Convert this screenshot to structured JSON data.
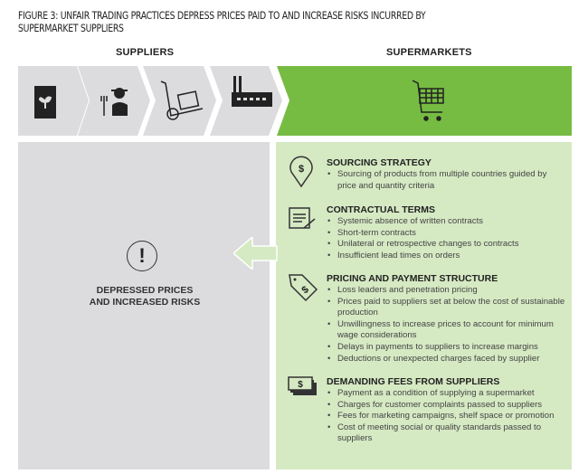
{
  "title": "FIGURE 3: UNFAIR TRADING PRACTICES DEPRESS PRICES PAID TO AND INCREASE RISKS INCURRED BY SUPERMARKET SUPPLIERS",
  "headers": {
    "suppliers": "SUPPLIERS",
    "supermarkets": "SUPERMARKETS"
  },
  "colors": {
    "green": "#76bc43",
    "light_green": "#d5e9c3",
    "grey": "#dcdcde"
  },
  "outcome": {
    "line1": "DEPRESSED PRICES",
    "line2": "AND INCREASED RISKS"
  },
  "sections": [
    {
      "title": "SOURCING STRATEGY",
      "icon": "location-dollar-icon",
      "items": [
        "Sourcing of products from multiple countries guided by price and quantity criteria"
      ]
    },
    {
      "title": "CONTRACTUAL TERMS",
      "icon": "contract-icon",
      "items": [
        "Systemic absence of written contracts",
        "Short-term contracts",
        "Unilateral or retrospective changes to contracts",
        "Insufficient lead times on orders"
      ]
    },
    {
      "title": "PRICING AND PAYMENT STRUCTURE",
      "icon": "price-tag-icon",
      "items": [
        "Loss leaders and penetration pricing",
        "Prices paid to suppliers set at below the cost of sustainable production",
        "Unwillingness to increase prices to account for minimum wage considerations",
        "Delays in payments to suppliers to increase margins",
        "Deductions or unexpected charges faced by supplier"
      ]
    },
    {
      "title": "DEMANDING FEES FROM SUPPLIERS",
      "icon": "money-stack-icon",
      "items": [
        "Payment as a condition of supplying a supermarket",
        "Charges for customer complaints passed to suppliers",
        "Fees for marketing campaigns, shelf space or promotion",
        "Cost of meeting social or quality standards passed to suppliers"
      ]
    }
  ]
}
